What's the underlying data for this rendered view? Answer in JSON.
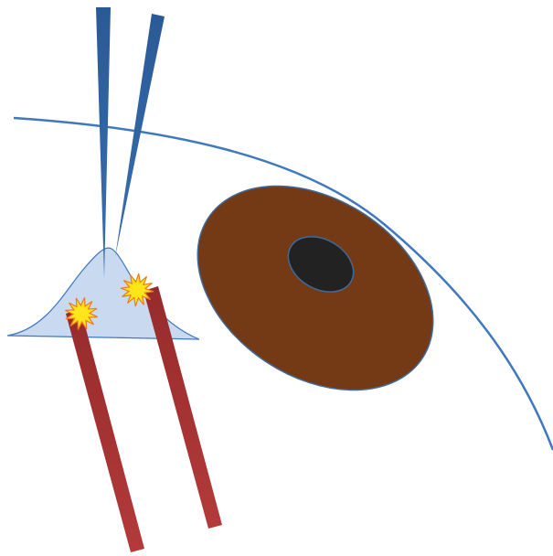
{
  "diagram": {
    "elements": [
      {
        "name": "cornea-curve",
        "kind": "curved line"
      },
      {
        "name": "tear-drop-bump",
        "kind": "bell-shaped mound"
      },
      {
        "name": "probe-needle-left",
        "kind": "tapered needle"
      },
      {
        "name": "probe-needle-right",
        "kind": "tapered needle"
      },
      {
        "name": "laser-rod-left",
        "kind": "rod with spark tip"
      },
      {
        "name": "laser-rod-right",
        "kind": "rod with spark tip"
      },
      {
        "name": "iris",
        "kind": "ellipse"
      },
      {
        "name": "pupil",
        "kind": "ellipse"
      }
    ],
    "colors": {
      "curve": "#3f78c0",
      "bump_fill": "#c9d9f0",
      "bump_stroke": "#3f78c0",
      "needle": "#3a6fb0",
      "needle_dark": "#2a5a96",
      "rod": "#b33a3a",
      "rod_dark": "#962b2b",
      "spark_fill": "#ffe61a",
      "spark_stroke": "#f07a1a",
      "iris_fill": "#743a16",
      "iris_stroke": "#3f6a9a",
      "pupil_fill": "#222222",
      "pupil_stroke": "#3f6a9a"
    }
  }
}
